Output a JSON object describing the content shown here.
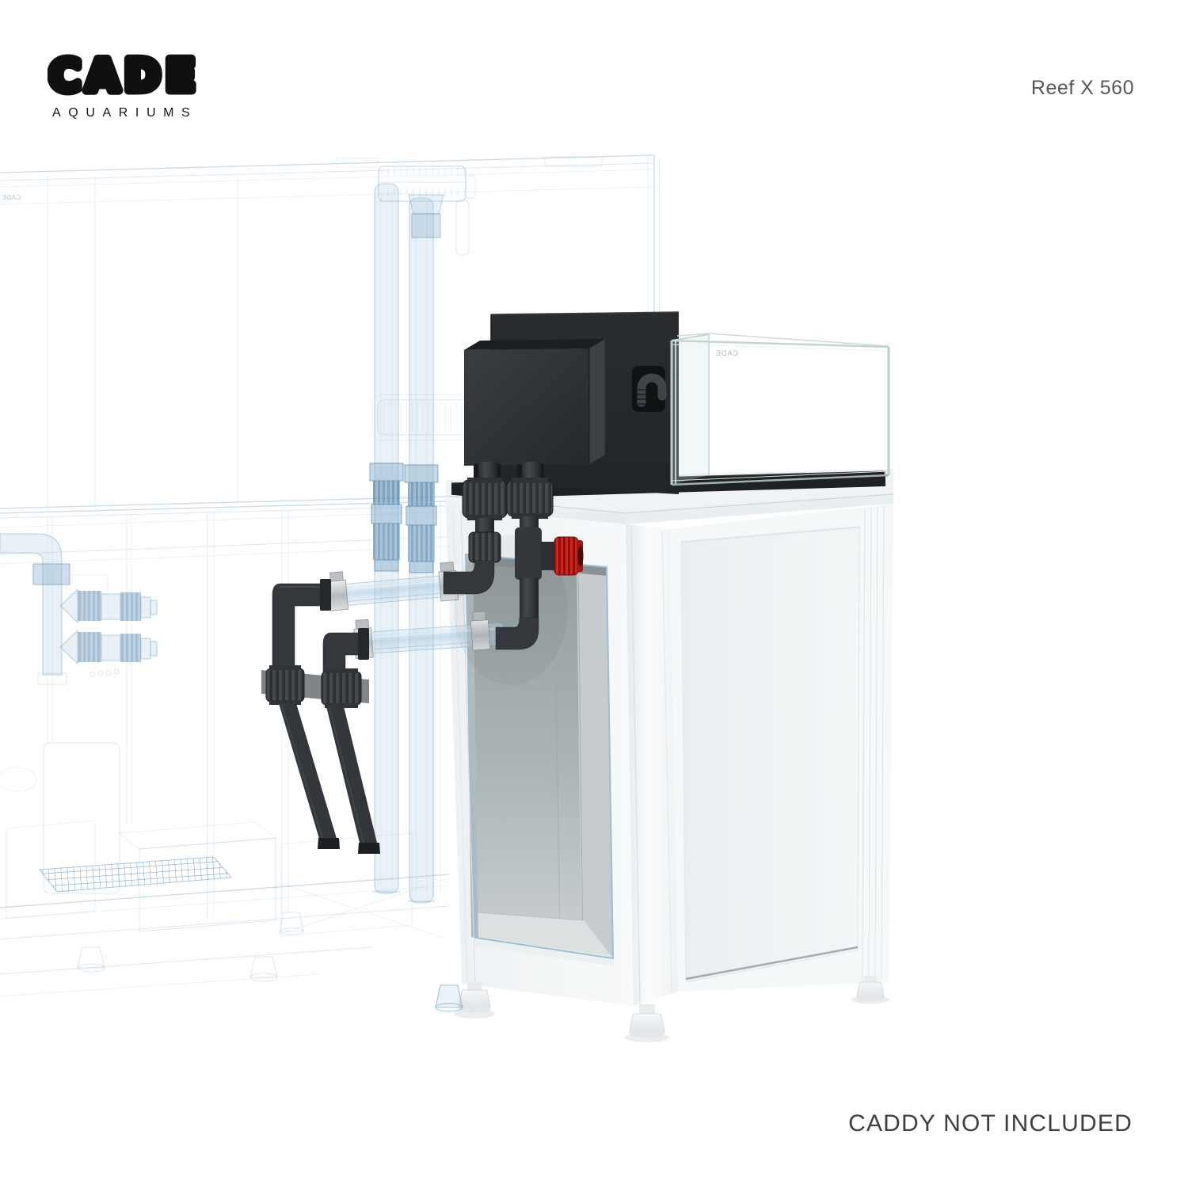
{
  "brand": {
    "name": "CADE",
    "tagline": "AQUARIUMS"
  },
  "header": {
    "model": "Reef X 560"
  },
  "footer": {
    "note": "CADDY NOT INCLUDED"
  },
  "watermarks": {
    "tank": "CADE",
    "caddy": "CADE"
  },
  "palette": {
    "background": "#ffffff",
    "logo_black": "#101010",
    "model_text_gray": "#54585b",
    "footer_text_gray": "#3c4042",
    "wireframe_blue": "#9dbdd6",
    "wireframe_blue_strong": "#5d8db4",
    "pipe_black": "#33373b",
    "valve_red": "#ce2823",
    "stand_white": "#f2f5f6",
    "interior_gray": "#aab3b4",
    "glass_edge": "#c3d4d2",
    "mat_black": "#1f2223"
  }
}
